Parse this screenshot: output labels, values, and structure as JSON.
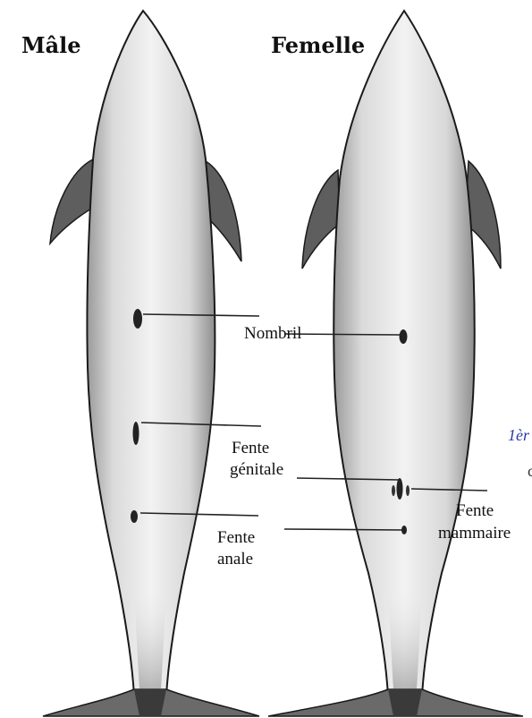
{
  "titles": {
    "male": "Mâle",
    "female": "Femelle"
  },
  "labels": {
    "nombril": "Nombril",
    "fente_genitale_line1": "Fente",
    "fente_genitale_line2": "génitale",
    "fente_anale_line1": "Fente",
    "fente_anale_line2": "anale",
    "fente_mammaire_line1": "Fente",
    "fente_mammaire_line2": "mammaire"
  },
  "stray_text": {
    "cut_text_1": "1èr",
    "cut_text_2": "c"
  },
  "colors": {
    "body_fill": "#dcdcdc",
    "outline": "#1a1a1a",
    "fin_fill": "#5a5a5a",
    "stray_text": "#2a39a8"
  }
}
